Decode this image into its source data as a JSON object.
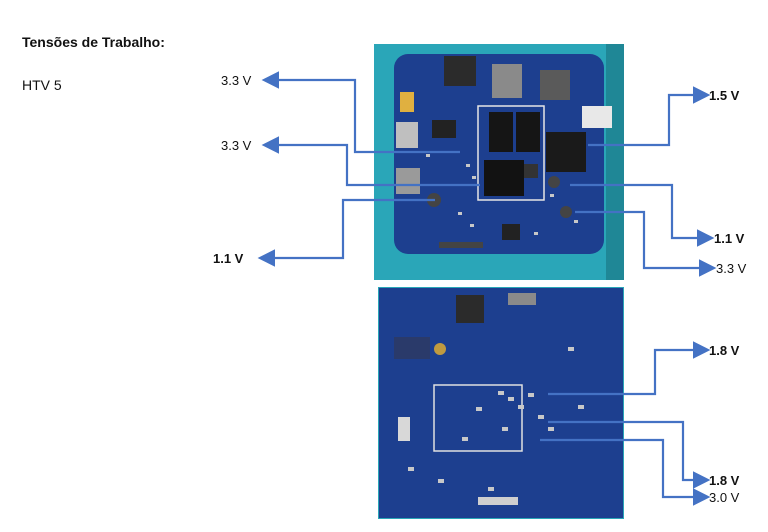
{
  "heading": "Tensões de Trabalho:",
  "model": "HTV 5",
  "voltages": {
    "top_left_1": "3.3 V",
    "top_left_2": "3.3 V",
    "top_left_3": "1.1 V",
    "top_right_1": "1.5 V",
    "top_right_2": "1.1 V",
    "top_right_3": "3.3 V",
    "bottom_right_1": "1.8 V",
    "bottom_right_2": "1.8 V",
    "bottom_right_3": "3.0 V"
  },
  "colors": {
    "arrow": "#4472c4",
    "pcb": "#1d3f8f",
    "background_teal": "#2aa6b8"
  }
}
